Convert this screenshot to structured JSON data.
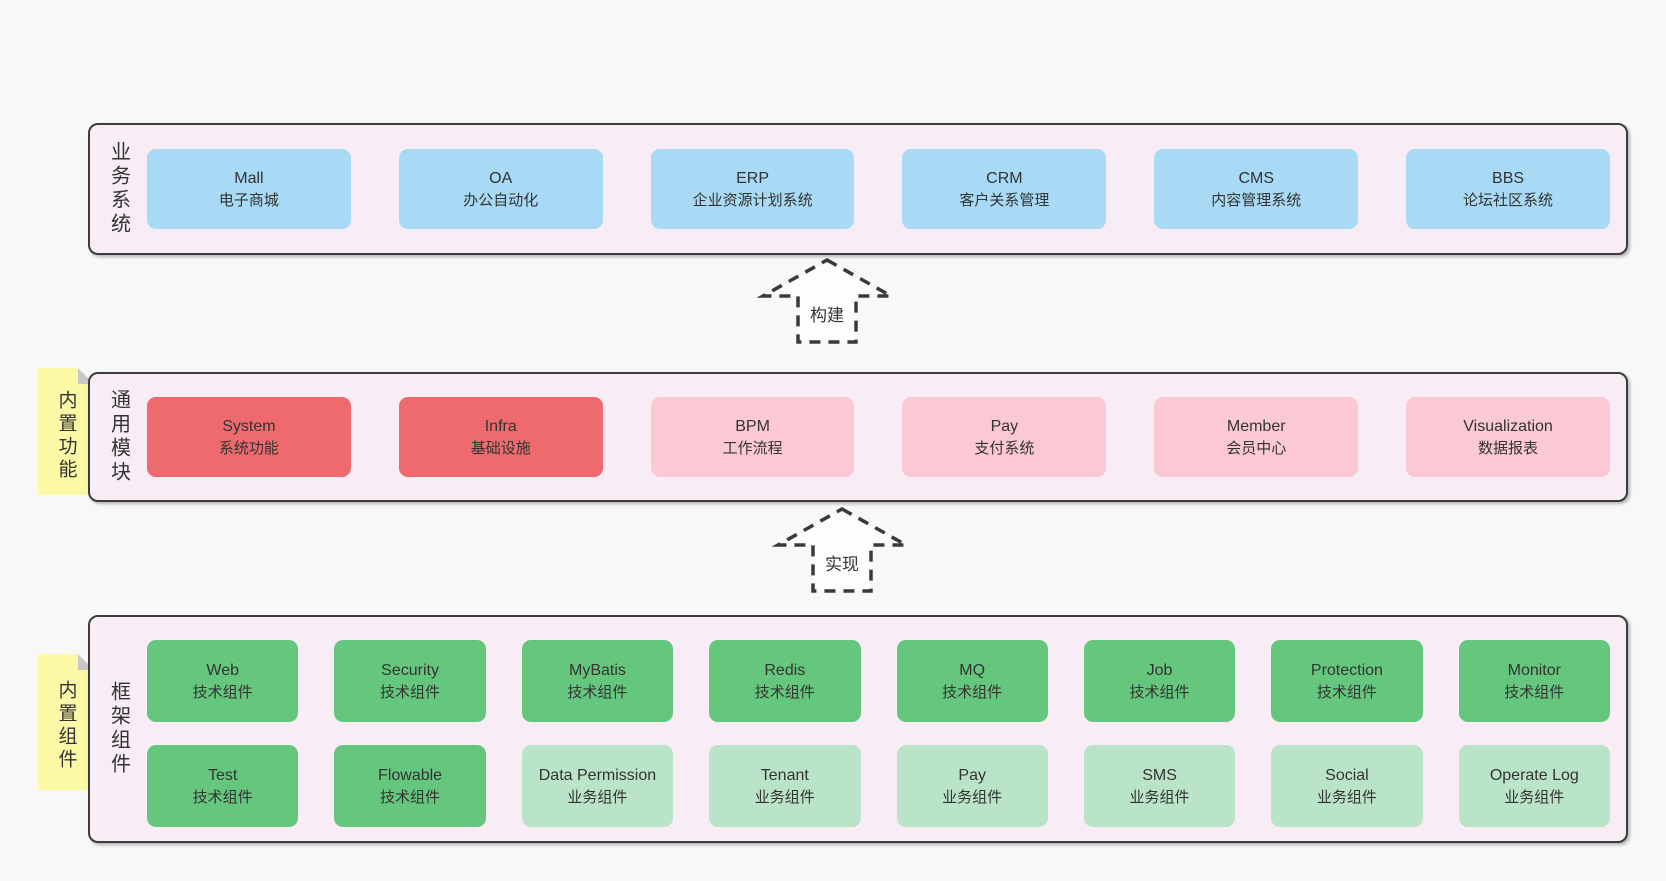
{
  "colors": {
    "page_bg": "#f8f8f8",
    "band_bg": "#f8edf5",
    "band_border": "#3c3c3c",
    "box_blue": "#a8daf5",
    "box_red": "#ef6a6e",
    "box_pink": "#fbc9d4",
    "box_green": "#65c77e",
    "box_green_light": "#bae4c8",
    "sticky_yellow": "#fbf9a6",
    "sticky_fold_gray": "#c8c8c8",
    "text": "#333333"
  },
  "arrows": {
    "build": {
      "label": "构建"
    },
    "implement": {
      "label": "实现"
    }
  },
  "bands": {
    "business": {
      "label": "业务系统",
      "boxes": [
        {
          "title": "Mall",
          "subtitle": "电子商城"
        },
        {
          "title": "OA",
          "subtitle": "办公自动化"
        },
        {
          "title": "ERP",
          "subtitle": "企业资源计划系统"
        },
        {
          "title": "CRM",
          "subtitle": "客户关系管理"
        },
        {
          "title": "CMS",
          "subtitle": "内容管理系统"
        },
        {
          "title": "BBS",
          "subtitle": "论坛社区系统"
        }
      ]
    },
    "modules": {
      "label": "通用模块",
      "sticky": "内置功能",
      "boxes": [
        {
          "title": "System",
          "subtitle": "系统功能"
        },
        {
          "title": "Infra",
          "subtitle": "基础设施"
        },
        {
          "title": "BPM",
          "subtitle": "工作流程"
        },
        {
          "title": "Pay",
          "subtitle": "支付系统"
        },
        {
          "title": "Member",
          "subtitle": "会员中心"
        },
        {
          "title": "Visualization",
          "subtitle": "数据报表"
        }
      ]
    },
    "components": {
      "label": "框架组件",
      "sticky": "内置组件",
      "row1": [
        {
          "title": "Web",
          "subtitle": "技术组件"
        },
        {
          "title": "Security",
          "subtitle": "技术组件"
        },
        {
          "title": "MyBatis",
          "subtitle": "技术组件"
        },
        {
          "title": "Redis",
          "subtitle": "技术组件"
        },
        {
          "title": "MQ",
          "subtitle": "技术组件"
        },
        {
          "title": "Job",
          "subtitle": "技术组件"
        },
        {
          "title": "Protection",
          "subtitle": "技术组件"
        },
        {
          "title": "Monitor",
          "subtitle": "技术组件"
        }
      ],
      "row2": [
        {
          "title": "Test",
          "subtitle": "技术组件"
        },
        {
          "title": "Flowable",
          "subtitle": "技术组件"
        },
        {
          "title": "Data Permission",
          "subtitle": "业务组件"
        },
        {
          "title": "Tenant",
          "subtitle": "业务组件"
        },
        {
          "title": "Pay",
          "subtitle": "业务组件"
        },
        {
          "title": "SMS",
          "subtitle": "业务组件"
        },
        {
          "title": "Social",
          "subtitle": "业务组件"
        },
        {
          "title": "Operate Log",
          "subtitle": "业务组件"
        }
      ]
    }
  }
}
